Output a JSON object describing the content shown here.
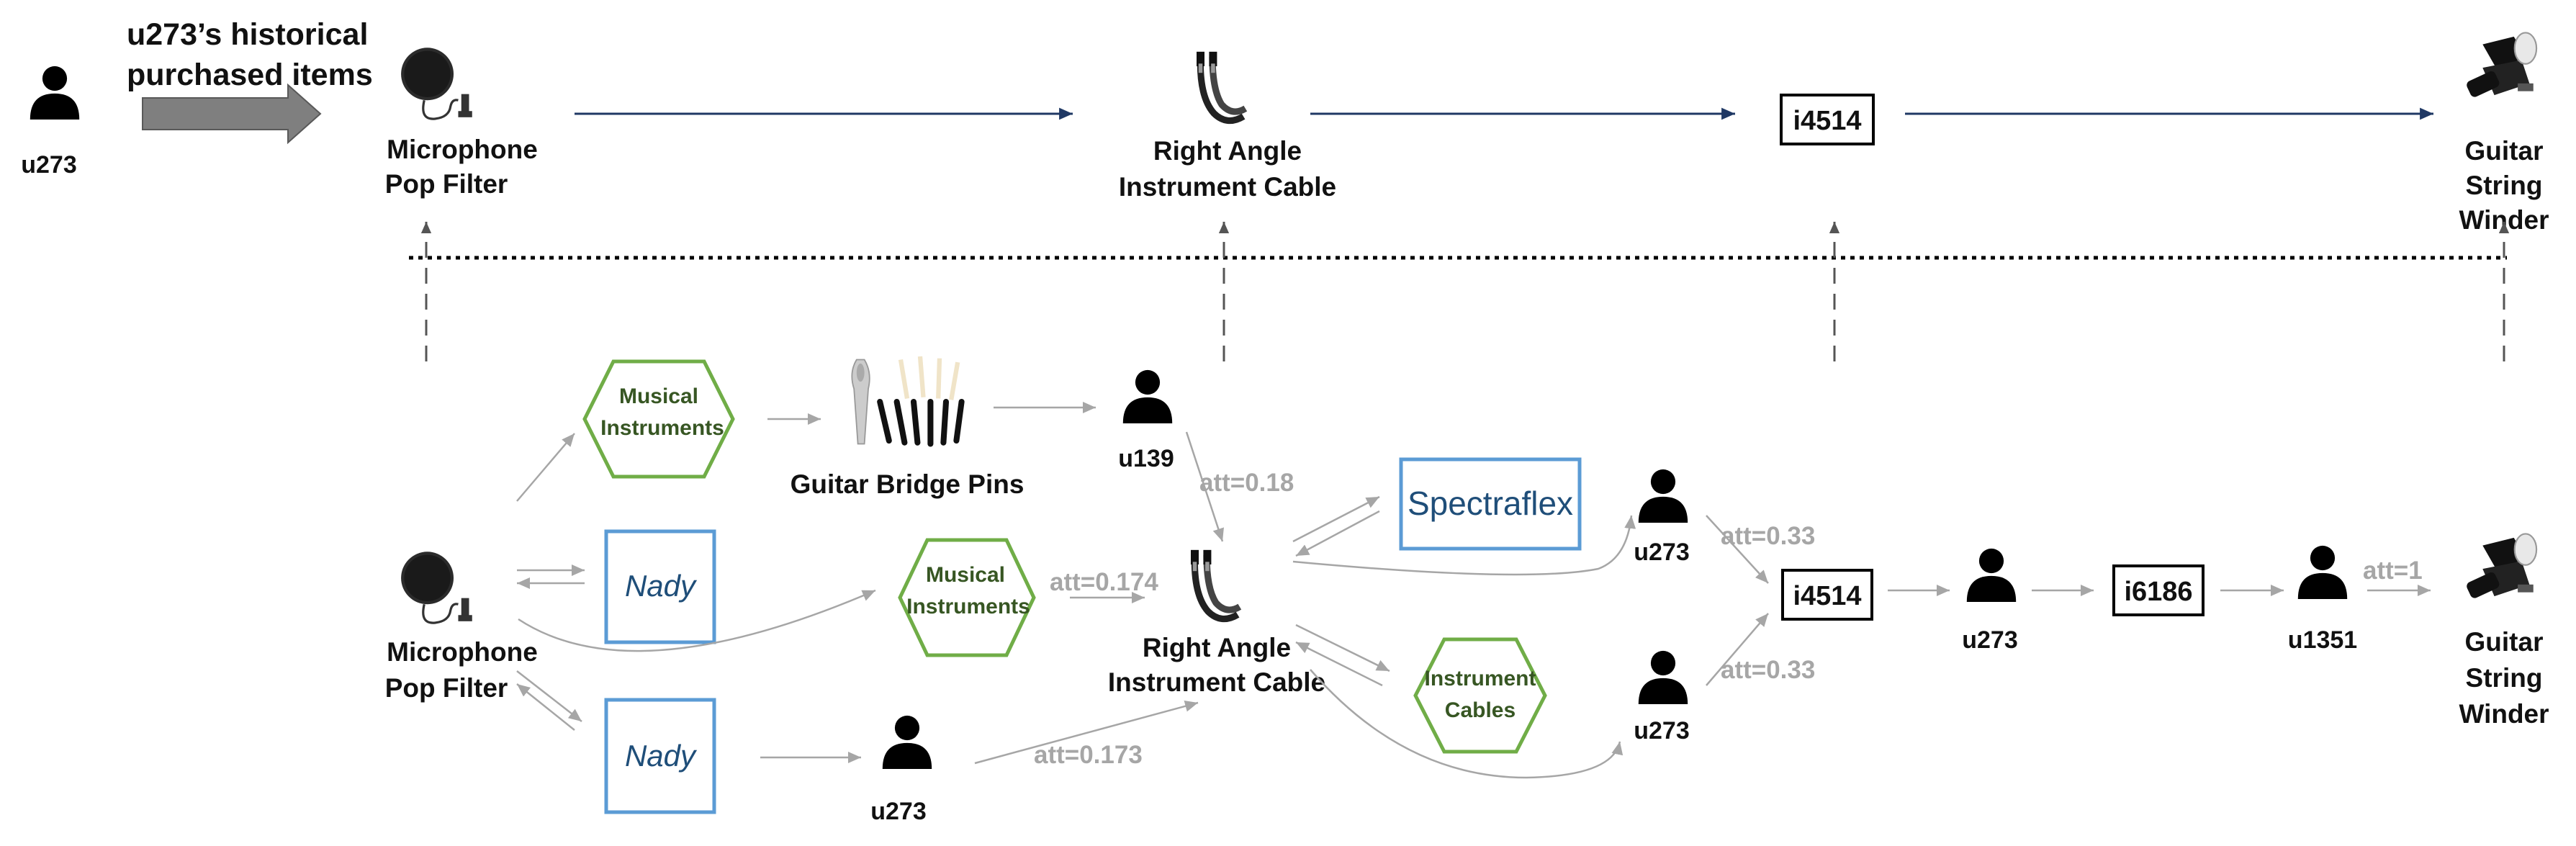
{
  "header": {
    "user": "u273",
    "title_line1": "u273’s historical",
    "title_line2": "purchased items"
  },
  "top_sequence": {
    "item1_line1": "Microphone",
    "item1_line2": "Pop Filter",
    "item2_line1": "Right Angle",
    "item2_line2": "Instrument Cable",
    "item3_id": "i4514",
    "item4_line1": "Guitar",
    "item4_line2": "String",
    "item4_line3": "Winder"
  },
  "path_graph": {
    "source_line1": "Microphone",
    "source_line2": "Pop Filter",
    "category_top_line1": "Musical",
    "category_top_line2": "Instruments",
    "bridge_pins_label": "Guitar Bridge Pins",
    "user_u139": "u139",
    "att_u139": "att=0.18",
    "brand_nady_1": "Nady",
    "category_mid_line1": "Musical",
    "category_mid_line2": "Instruments",
    "att_category_mid": "att=0.174",
    "cable_line1": "Right Angle",
    "cable_line2": "Instrument Cable",
    "brand_nady_2": "Nady",
    "user_u273_bottom": "u273",
    "att_u273_bottom": "att=0.173",
    "brand_spectraflex": "Spectraflex",
    "category_cables_line1": "Instrument",
    "category_cables_line2": "Cables",
    "user_u273_upper": "u273",
    "user_u273_lower": "u273",
    "att_upper": "att=0.33",
    "att_lower": "att=0.33",
    "item_i4514": "i4514",
    "user_u273_mid": "u273",
    "item_i6186": "i6186",
    "user_u1351": "u1351",
    "att_final": "att=1",
    "target_line1": "Guitar",
    "target_line2": "String",
    "target_line3": "Winder"
  },
  "icons": {
    "user": "person-icon",
    "pop_filter": "microphone-pop-filter-icon",
    "cable": "instrument-cable-icon",
    "winder": "guitar-string-winder-icon",
    "bridge_pins": "guitar-bridge-pins-icon"
  },
  "colors": {
    "category_border": "#70ad47",
    "category_text": "#375623",
    "brand_border": "#5b9bd5",
    "brand_text": "#1f4e79",
    "arrow_gray": "#a6a6a6",
    "arrow_navy": "#1f3864",
    "att_text": "#a6a6a6"
  }
}
